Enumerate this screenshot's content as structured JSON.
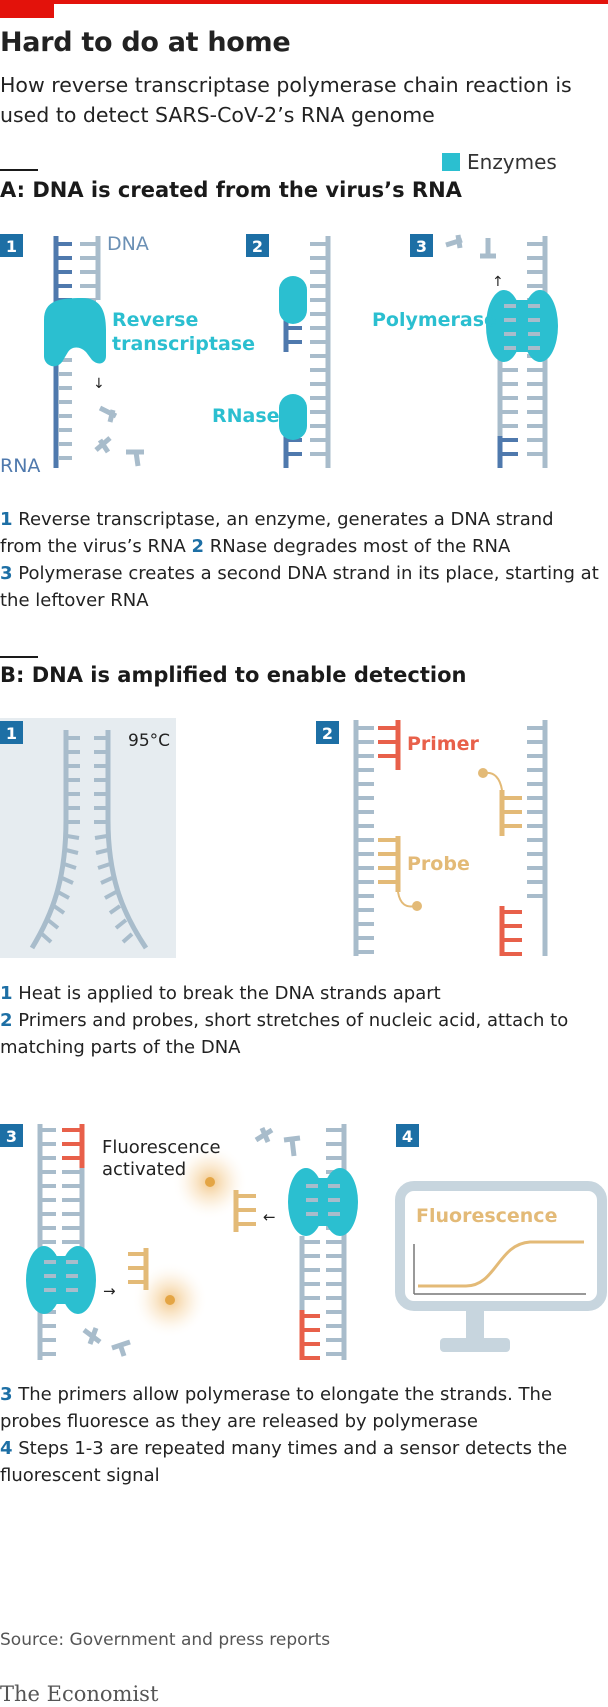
{
  "title": "Hard to do at home",
  "subtitle": "How reverse transcriptase polymerase chain reaction is used to detect SARS-CoV-2’s RNA genome",
  "legend": {
    "label": "Enzymes",
    "color": "#2bbfd0"
  },
  "colors": {
    "enzyme": "#2bbfd0",
    "dna": "#a8bccb",
    "rna": "#4f79ad",
    "primer": "#e8604a",
    "probe": "#e3ba77",
    "step": "#1d6fa5",
    "panel": "#e6ecf0"
  },
  "section_a": {
    "heading": "A: DNA is created from the virus’s RNA",
    "steps": [
      "1",
      "2",
      "3"
    ],
    "labels": {
      "dna": "DNA",
      "rna": "RNA",
      "reverse_transcriptase_1": "Reverse",
      "reverse_transcriptase_2": "transcriptase",
      "rnase": "RNase",
      "polymerase": "Polymerase"
    },
    "caption": {
      "n1": "1",
      "t1": " Reverse transcriptase, an enzyme, generates a DNA strand from the virus’s RNA ",
      "n2": "2",
      "t2": " RNase degrades most of the RNA",
      "n3": "3",
      "t3": " Polymerase creates a second DNA strand in its place, starting at the leftover RNA"
    }
  },
  "section_b": {
    "heading": "B: DNA is amplified to enable detection",
    "steps": [
      "1",
      "2",
      "3",
      "4"
    ],
    "labels": {
      "temperature": "95°C",
      "primer": "Primer",
      "probe": "Probe",
      "fluorescence_activated_1": "Fluorescence",
      "fluorescence_activated_2": "activated",
      "fluorescence": "Fluorescence"
    },
    "caption1": {
      "n1": "1",
      "t1": " Heat is applied to break the DNA strands apart",
      "n2": "2",
      "t2": " Primers and probes, short stretches of nucleic acid, attach to matching parts of the DNA"
    },
    "caption2": {
      "n3": "3",
      "t3": " The primers allow polymerase to elongate the strands. The probes fluoresce as they are released by polymerase",
      "n4": "4",
      "t4": " Steps 1-3 are repeated many times and a sensor detects the fluorescent signal"
    }
  },
  "source": "Source: Government and press reports",
  "brand": "The Economist"
}
